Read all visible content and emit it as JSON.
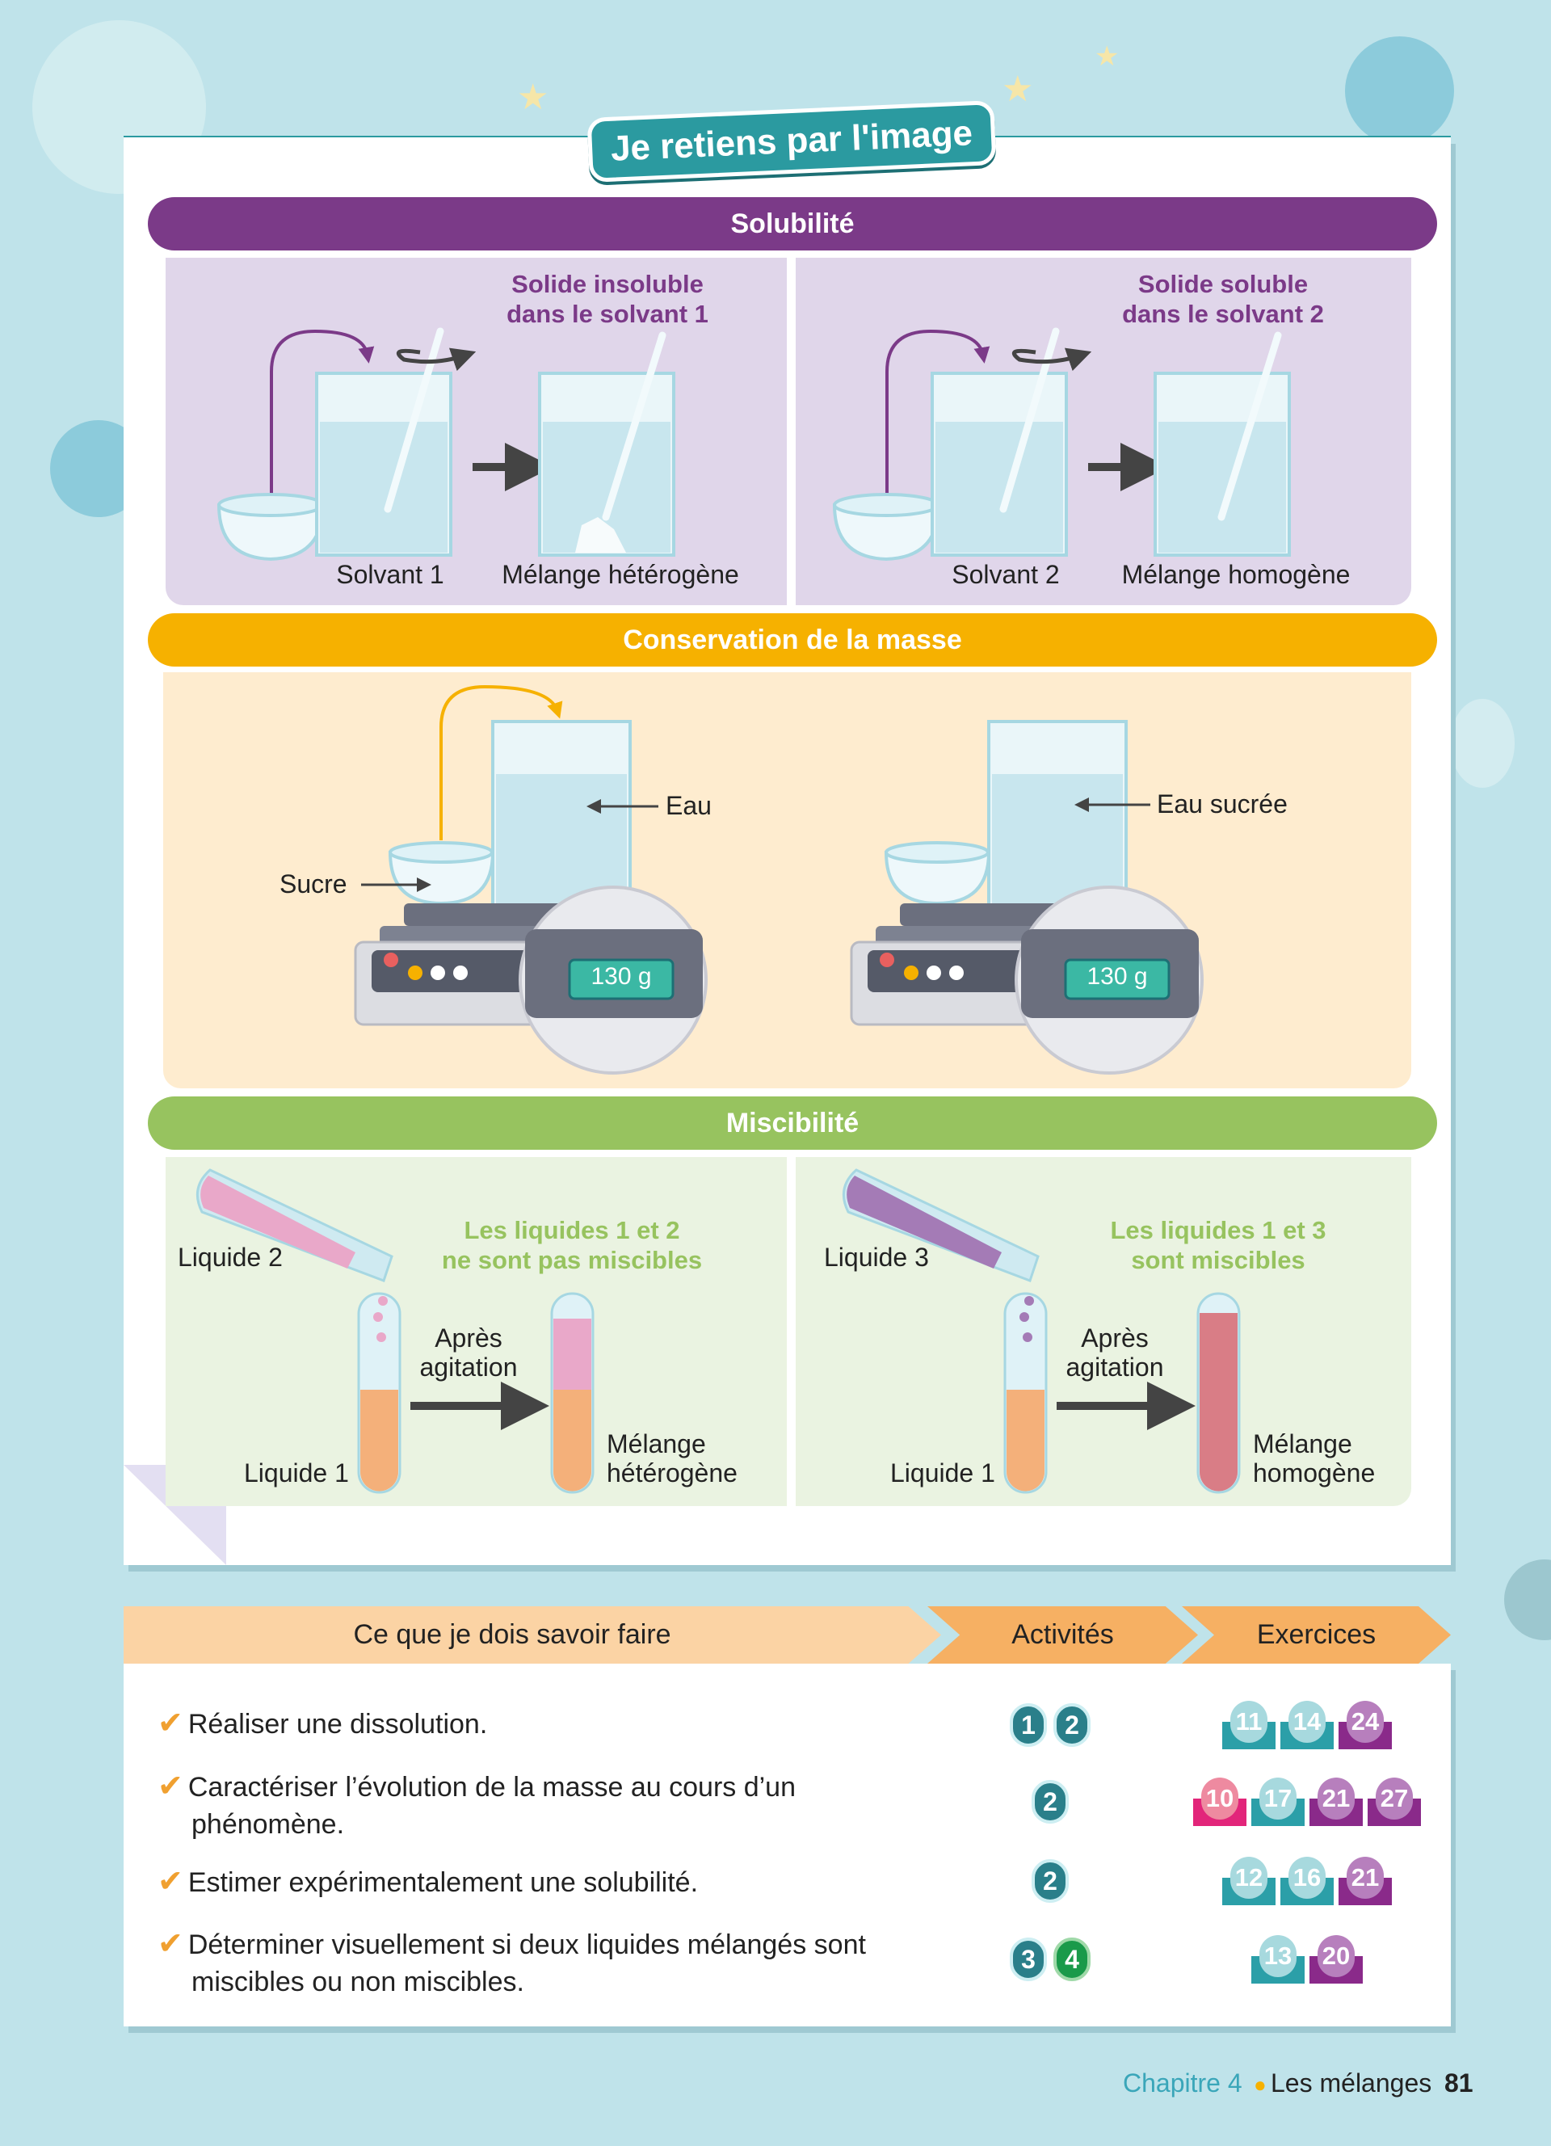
{
  "header": {
    "title": "Je retiens par l'image"
  },
  "solubilite": {
    "title": "Solubilité",
    "left": {
      "caption": [
        "Solide insoluble",
        "dans le solvant 1"
      ],
      "solvent": "Solvant 1",
      "result": "Mélange hétérogène"
    },
    "right": {
      "caption": [
        "Solide soluble",
        "dans le solvant 2"
      ],
      "solvent": "Solvant 2",
      "result": "Mélange homogène"
    }
  },
  "conservation": {
    "title": "Conservation de la masse",
    "left": {
      "sugar": "Sucre",
      "water": "Eau",
      "display": "130 g"
    },
    "right": {
      "water": "Eau sucrée",
      "display": "130 g"
    }
  },
  "miscibilite": {
    "title": "Miscibilité",
    "left": {
      "added": "Liquide 2",
      "base": "Liquide 1",
      "caption": [
        "Les liquides 1 et 2",
        "ne sont pas miscibles"
      ],
      "step": [
        "Après",
        "agitation"
      ],
      "result": [
        "Mélange",
        "hétérogène"
      ]
    },
    "right": {
      "added": "Liquide 3",
      "base": "Liquide 1",
      "caption": [
        "Les liquides 1 et 3",
        "sont miscibles"
      ],
      "step": [
        "Après",
        "agitation"
      ],
      "result": [
        "Mélange",
        "homogène"
      ]
    }
  },
  "skills": {
    "headers": {
      "skill": "Ce que je dois savoir faire",
      "activities": "Activités",
      "exercises": "Exercices"
    },
    "rows": [
      {
        "text": [
          "Réaliser une dissolution."
        ],
        "activities": [
          "1",
          "2"
        ],
        "exercises": [
          {
            "n": "11",
            "c": "teal"
          },
          {
            "n": "14",
            "c": "teal"
          },
          {
            "n": "24",
            "c": "purple"
          }
        ]
      },
      {
        "text": [
          "Caractériser l’évolution de la masse au cours d’un",
          "phénomène."
        ],
        "activities": [
          "2"
        ],
        "exercises": [
          {
            "n": "10",
            "c": "pink"
          },
          {
            "n": "17",
            "c": "teal"
          },
          {
            "n": "21",
            "c": "purple"
          },
          {
            "n": "27",
            "c": "purple"
          }
        ]
      },
      {
        "text": [
          "Estimer expérimentalement une solubilité."
        ],
        "activities": [
          "2"
        ],
        "exercises": [
          {
            "n": "12",
            "c": "teal"
          },
          {
            "n": "16",
            "c": "teal"
          },
          {
            "n": "21",
            "c": "purple"
          }
        ]
      },
      {
        "text": [
          "Déterminer visuellement si deux liquides mélangés sont",
          "miscibles ou non miscibles."
        ],
        "activities": [
          "3",
          "4"
        ],
        "exercises": [
          {
            "n": "13",
            "c": "teal"
          },
          {
            "n": "20",
            "c": "purple"
          }
        ]
      }
    ]
  },
  "footer": {
    "chapter": "Chapitre 4",
    "title": "Les mélanges",
    "page": "81"
  },
  "colors": {
    "purple": "#7b3a88",
    "yellow": "#f6b100",
    "green": "#97c35f",
    "teal": "#2b9aa0"
  }
}
